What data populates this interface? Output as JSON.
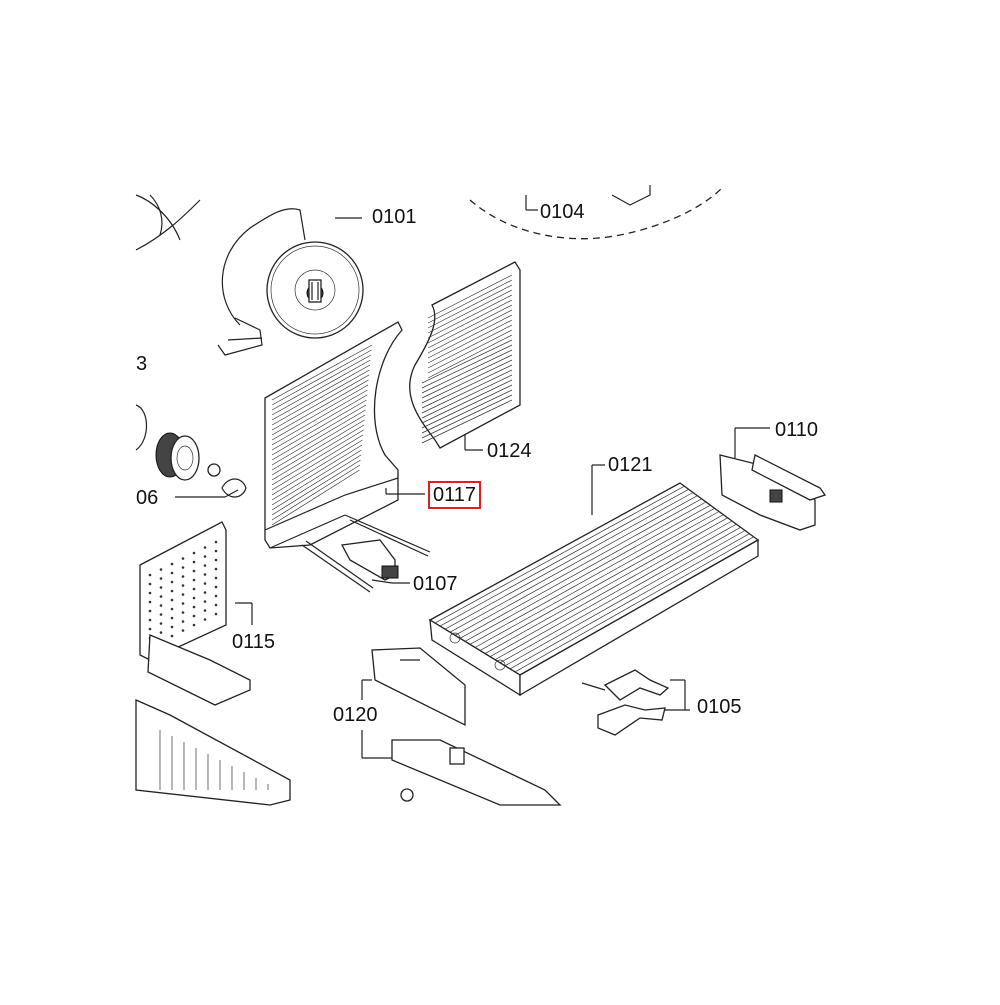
{
  "diagram": {
    "highlight_color": "#e01e1e",
    "labels": {
      "p0101": "0101",
      "p0104": "0104",
      "p0110": "0110",
      "p0124": "0124",
      "p0121": "0121",
      "p0117": "0117",
      "p0107": "0107",
      "p0115": "0115",
      "p0120": "0120",
      "p0105": "0105",
      "p3": "3",
      "p06": "06"
    },
    "highlighted": "p0117"
  }
}
